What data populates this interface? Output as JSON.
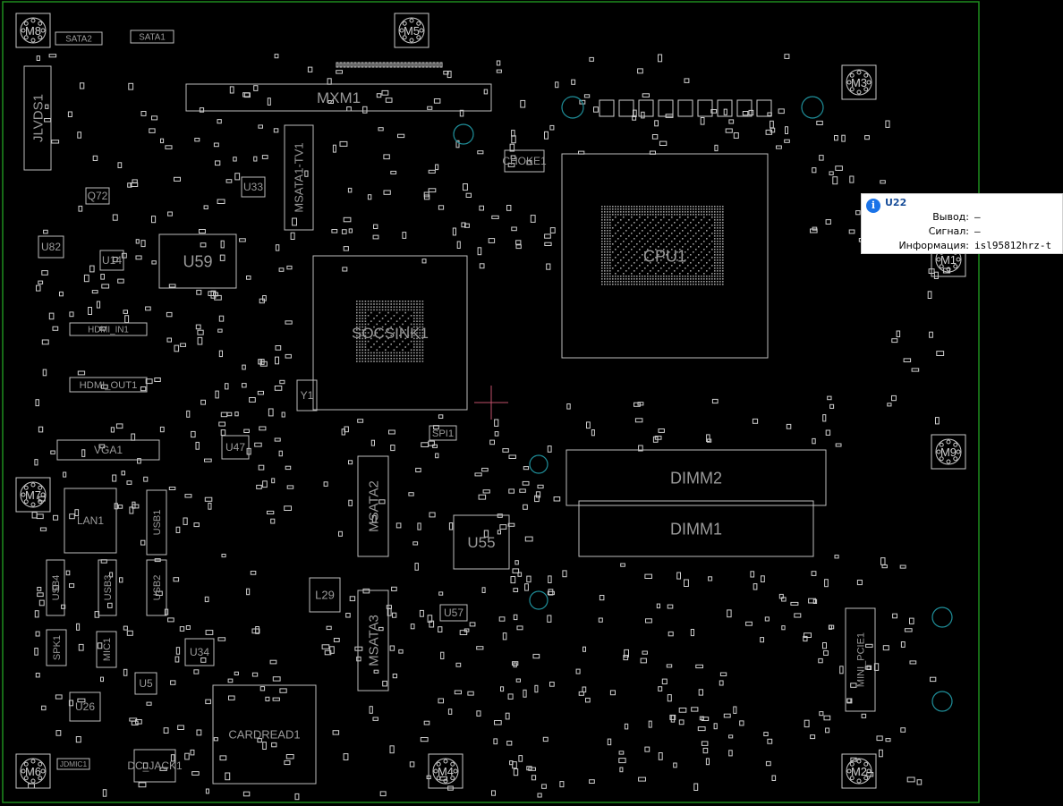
{
  "board": {
    "outline_color": "#1e8c1e",
    "silk_color": "#bdbdbd",
    "hole_color": "#1f8f9a",
    "cursor_color": "#c0506a"
  },
  "mounting_holes": [
    "M8",
    "M5",
    "M3",
    "M1",
    "M9",
    "M7",
    "M6",
    "M4",
    "M2"
  ],
  "components": {
    "large": [
      "MXM1",
      "JLVDS1",
      "MSATA1-TV1",
      "U59",
      "SOCSINK1",
      "CPU1",
      "DIMM2",
      "DIMM1",
      "U55",
      "MSATA2",
      "MSATA3",
      "CARDREAD1",
      "MINI_PCIE1",
      "L29"
    ],
    "medium": [
      "U47",
      "U34",
      "U26",
      "U5",
      "U57",
      "U82",
      "U14",
      "U33",
      "LAN1",
      "USB1",
      "USB2",
      "USB3",
      "USB4",
      "SPK1",
      "MIC1",
      "JDMIC1",
      "DC_JACK1",
      "HDMI_IN1",
      "HDMI_OUT1",
      "VGA1",
      "Y1",
      "SPI1",
      "Q72",
      "SATA1",
      "SATA2",
      "CHOKE1"
    ]
  },
  "tooltip": {
    "title": "U22",
    "icon": "info-icon",
    "rows": [
      {
        "label": "Вывод:",
        "value": "—"
      },
      {
        "label": "Сигнал:",
        "value": "—"
      },
      {
        "label": "Информация:",
        "value": "isl95812hrz-t"
      }
    ]
  }
}
